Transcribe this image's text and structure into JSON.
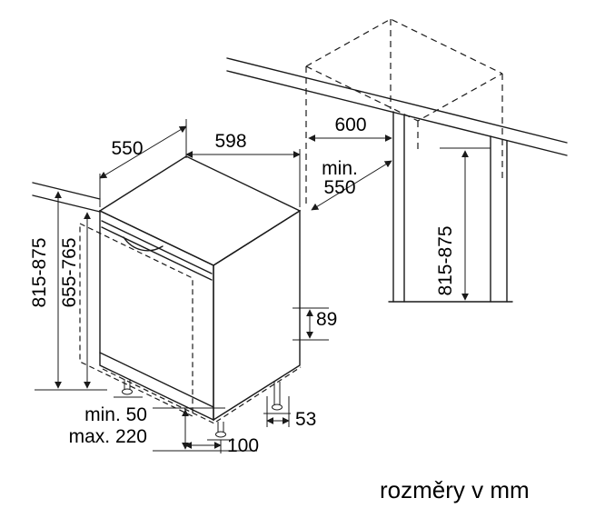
{
  "diagram": {
    "unit_note": "rozměry v mm",
    "dimensions": {
      "appliance_depth": "550",
      "appliance_width": "598",
      "niche_width": "600",
      "niche_depth_prefix": "min.",
      "niche_depth_value": "550",
      "appliance_height_range": "815-875",
      "door_panel_height_range": "655-765",
      "niche_height_range": "815-875",
      "base_rear_height": "89",
      "rear_foot_offset": "53",
      "front_foot_offset": "100",
      "plinth_min": "min. 50",
      "plinth_max": "max. 220"
    }
  }
}
